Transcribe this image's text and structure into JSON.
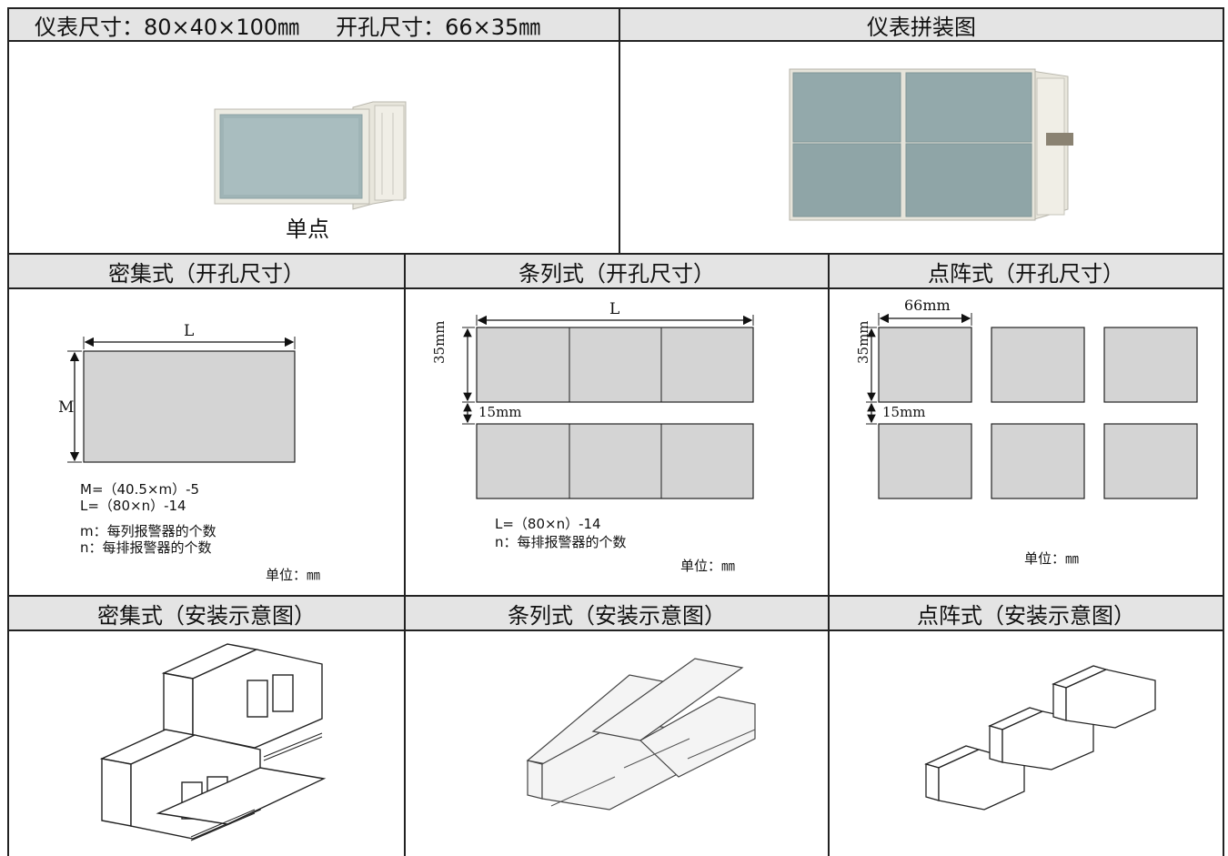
{
  "row1": {
    "dims_left": "仪表尺寸：80×40×100㎜",
    "dims_right": "开孔尺寸：66×35㎜",
    "assembly_title": "仪表拼装图",
    "single_caption": "单点"
  },
  "row2": {
    "dense_title": "密集式（开孔尺寸）",
    "strip_title": "条列式（开孔尺寸）",
    "dot_title": "点阵式（开孔尺寸）",
    "dense": {
      "label_L": "L",
      "label_M": "M",
      "formula_M": "M=（40.5×m）-5",
      "formula_L": "L=（80×n）-14",
      "note_m": "m：每列报警器的个数",
      "note_n": "n：每排报警器的个数",
      "unit": "单位：㎜"
    },
    "strip": {
      "label_L": "L",
      "label_35": "35mm",
      "label_15": "15mm",
      "formula_L": "L=（80×n）-14",
      "note_n": "n：每排报警器的个数",
      "unit": "单位：㎜"
    },
    "dot": {
      "label_66": "66mm",
      "label_35": "35mm",
      "label_15": "15mm",
      "unit": "单位：㎜"
    }
  },
  "row3": {
    "dense_title": "密集式（安装示意图）",
    "strip_title": "条列式（安装示意图）",
    "dot_title": "点阵式（安装示意图）"
  },
  "colors": {
    "header_bg": "#e4e4e4",
    "cutout_fill": "#d4d4d4",
    "meter_face": "#9fb4b6"
  }
}
